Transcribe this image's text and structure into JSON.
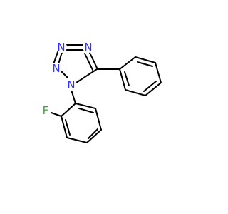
{
  "molecule": {
    "atoms": [
      {
        "id": "N1",
        "label": "N",
        "color": "#3333ff"
      },
      {
        "id": "N2",
        "label": "N",
        "color": "#3333ff"
      },
      {
        "id": "N3",
        "label": "N",
        "color": "#3333ff"
      },
      {
        "id": "N4",
        "label": "N",
        "color": "#3333ff"
      },
      {
        "id": "F",
        "label": "F",
        "color": "#33aa33"
      }
    ],
    "bond_color": "#000000"
  }
}
